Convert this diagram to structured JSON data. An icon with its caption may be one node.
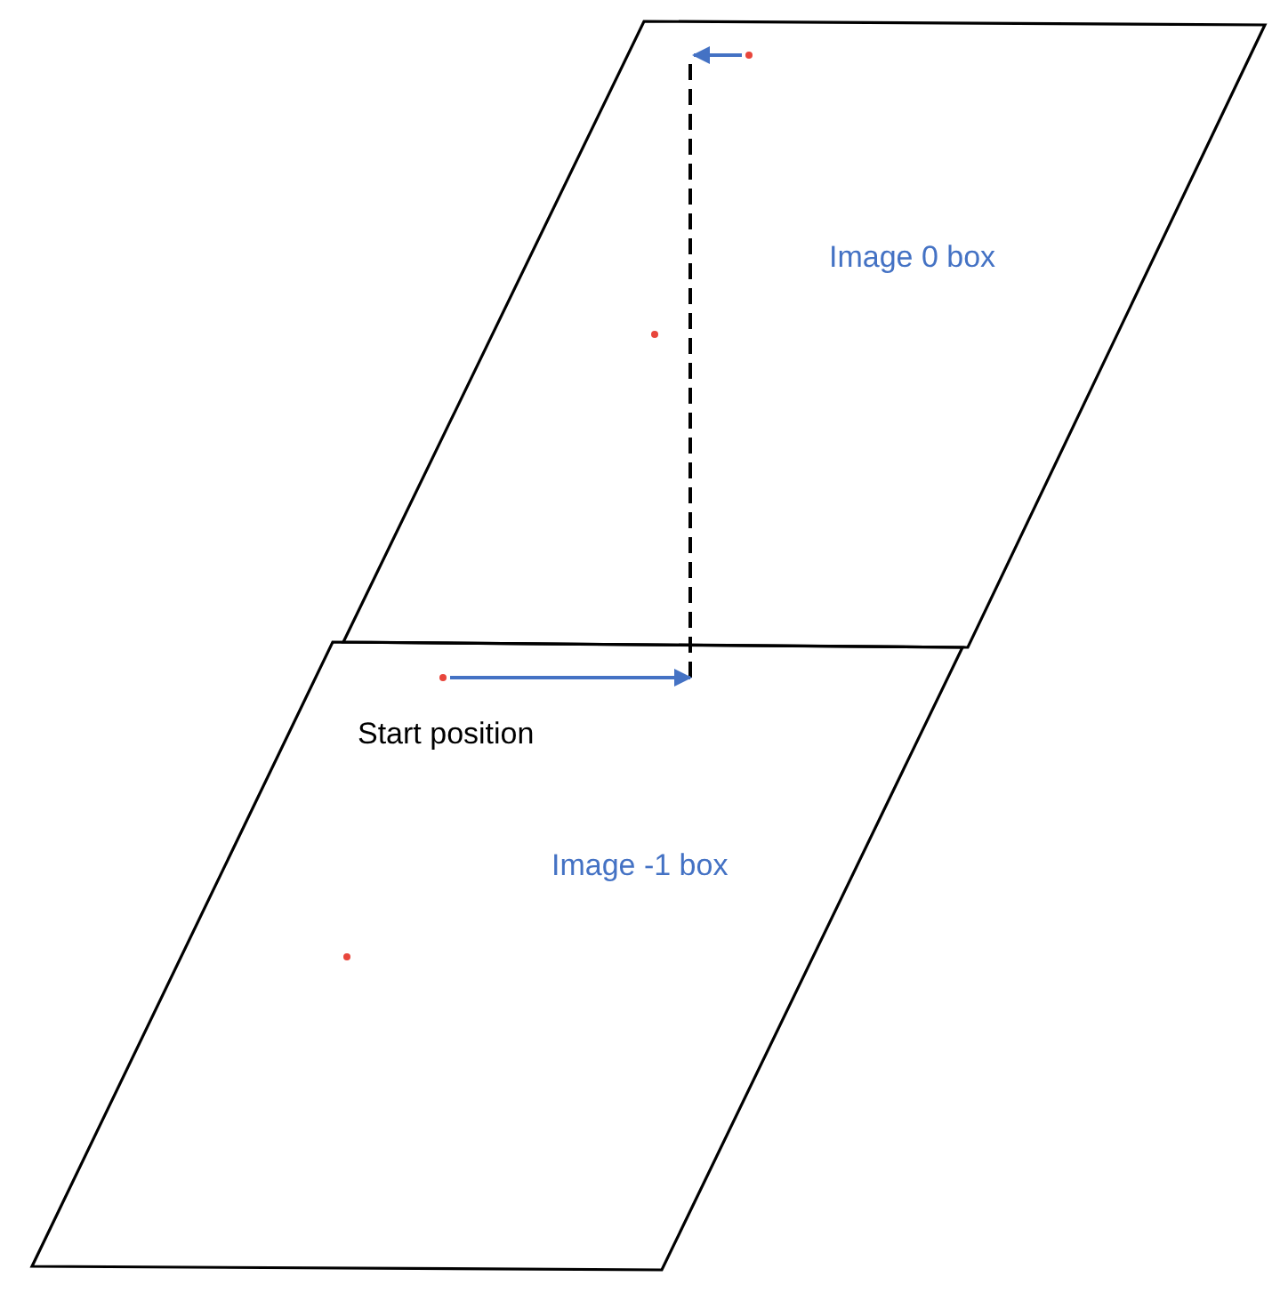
{
  "diagram": {
    "nodes": [
      {
        "text": [
          "Image 0 box"
        ]
      },
      {
        "text": [],
        "shape": "circle",
        "in": 0
      },
      {
        "text": [
          "Image -1 box"
        ]
      },
      {
        "text": [],
        "shape": "circle",
        "in": 2,
        "beside": [
          "Start position"
        ]
      }
    ],
    "edges": [
      {
        "from": 1,
        "to": null,
        "arrow": "to"
      },
      {
        "from": 3,
        "to": 0,
        "arrow": "to"
      }
    ]
  }
}
